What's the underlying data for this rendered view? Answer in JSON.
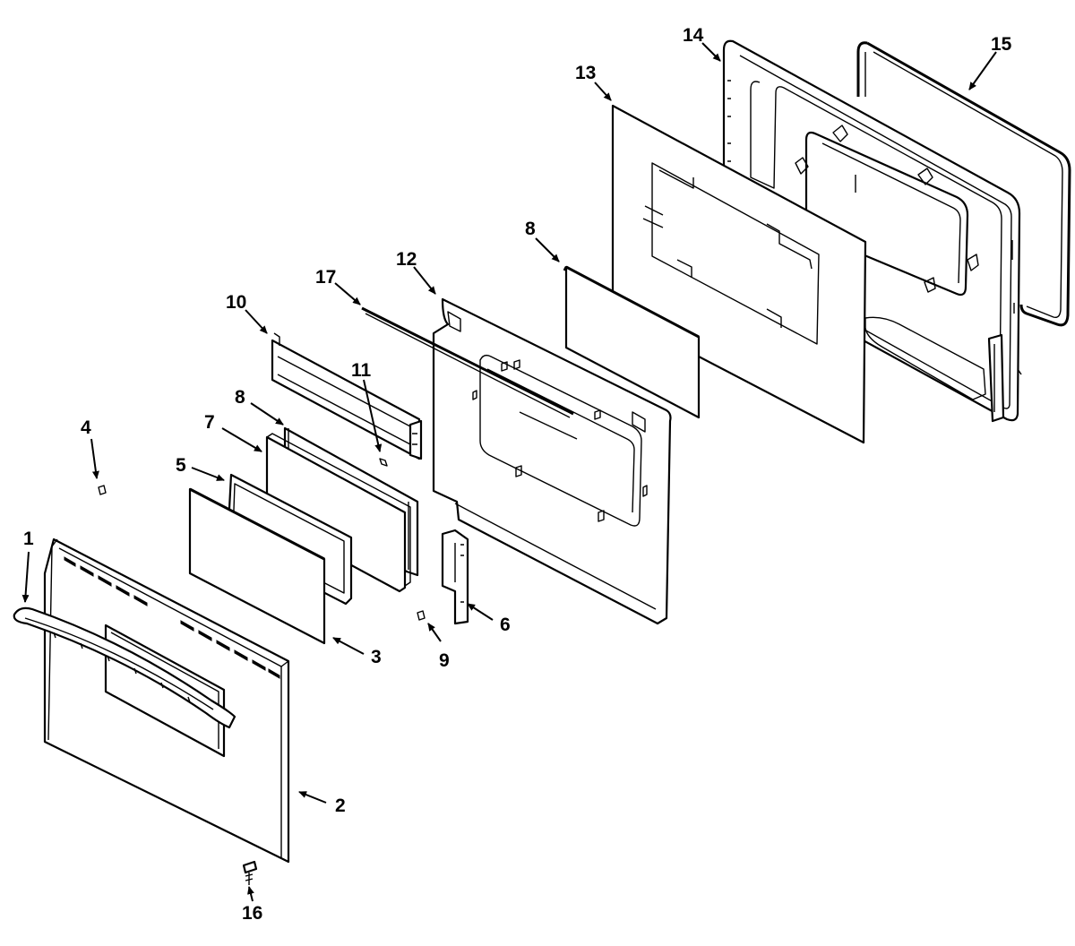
{
  "callouts": [
    {
      "id": "1",
      "label": "1"
    },
    {
      "id": "2",
      "label": "2"
    },
    {
      "id": "3",
      "label": "3"
    },
    {
      "id": "4",
      "label": "4"
    },
    {
      "id": "5",
      "label": "5"
    },
    {
      "id": "6",
      "label": "6"
    },
    {
      "id": "7",
      "label": "7"
    },
    {
      "id": "8a",
      "label": "8"
    },
    {
      "id": "8b",
      "label": "8"
    },
    {
      "id": "9",
      "label": "9"
    },
    {
      "id": "10",
      "label": "10"
    },
    {
      "id": "11",
      "label": "11"
    },
    {
      "id": "12",
      "label": "12"
    },
    {
      "id": "13",
      "label": "13"
    },
    {
      "id": "14",
      "label": "14"
    },
    {
      "id": "15",
      "label": "15"
    },
    {
      "id": "16",
      "label": "16"
    },
    {
      "id": "17",
      "label": "17"
    }
  ],
  "colors": {
    "ink": "#000000",
    "paper": "#ffffff"
  }
}
